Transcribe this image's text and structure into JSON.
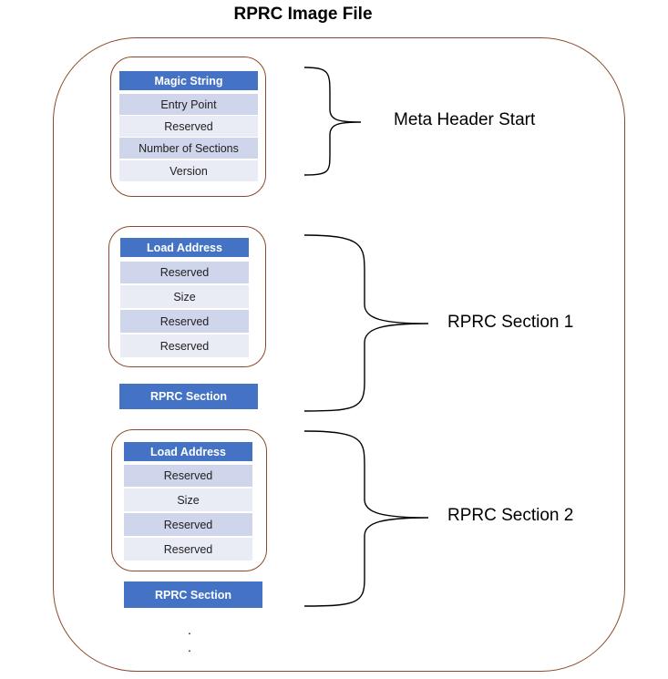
{
  "title": "RPRC Image File",
  "meta_header": {
    "label": "Meta Header Start",
    "fields": [
      "Magic String",
      "Entry Point",
      "Reserved",
      "Number of Sections",
      "Version"
    ]
  },
  "sections": [
    {
      "label": "RPRC Section 1",
      "fields": [
        "Load Address",
        "Reserved",
        "Size",
        "Reserved",
        "Reserved"
      ],
      "section_bar": "RPRC Section"
    },
    {
      "label": "RPRC Section 2",
      "fields": [
        "Load Address",
        "Reserved",
        "Size",
        "Reserved",
        "Reserved"
      ],
      "section_bar": "RPRC Section"
    }
  ],
  "continuation": [
    ".",
    "."
  ],
  "colors": {
    "header_blue": "#4472c4",
    "row_dark": "#cfd5ea",
    "row_light": "#e9ebf5",
    "border_brown": "#8b4a2b"
  }
}
